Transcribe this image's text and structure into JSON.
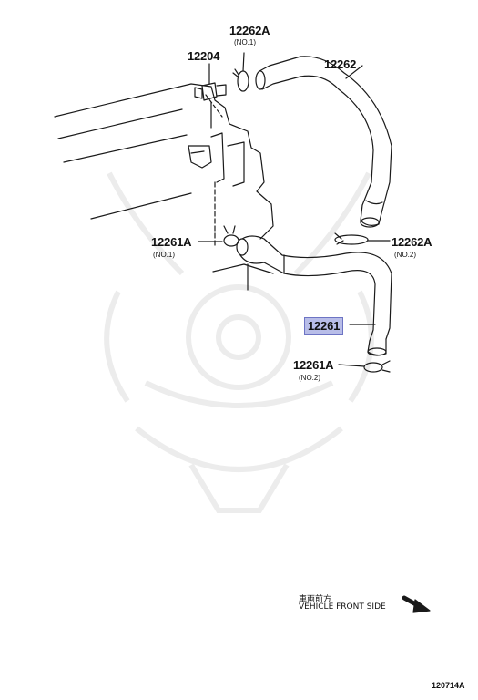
{
  "parts": {
    "p12204": {
      "number": "12204"
    },
    "p12262A_top": {
      "number": "12262A",
      "note": "(NO.1)"
    },
    "p12262": {
      "number": "12262"
    },
    "p12261A_left": {
      "number": "12261A",
      "note": "(NO.1)"
    },
    "p12262A_right": {
      "number": "12262A",
      "note": "(NO.2)"
    },
    "p12261": {
      "number": "12261"
    },
    "p12261A_bottom": {
      "number": "12261A",
      "note": "(NO.2)"
    }
  },
  "direction": {
    "line1": "車両前方",
    "line2": "VEHICLE FRONT SIDE"
  },
  "diagram_code": "120714A",
  "colors": {
    "highlight": "#b8bde8",
    "line": "#1a1a1a",
    "watermark": "#ececec"
  }
}
